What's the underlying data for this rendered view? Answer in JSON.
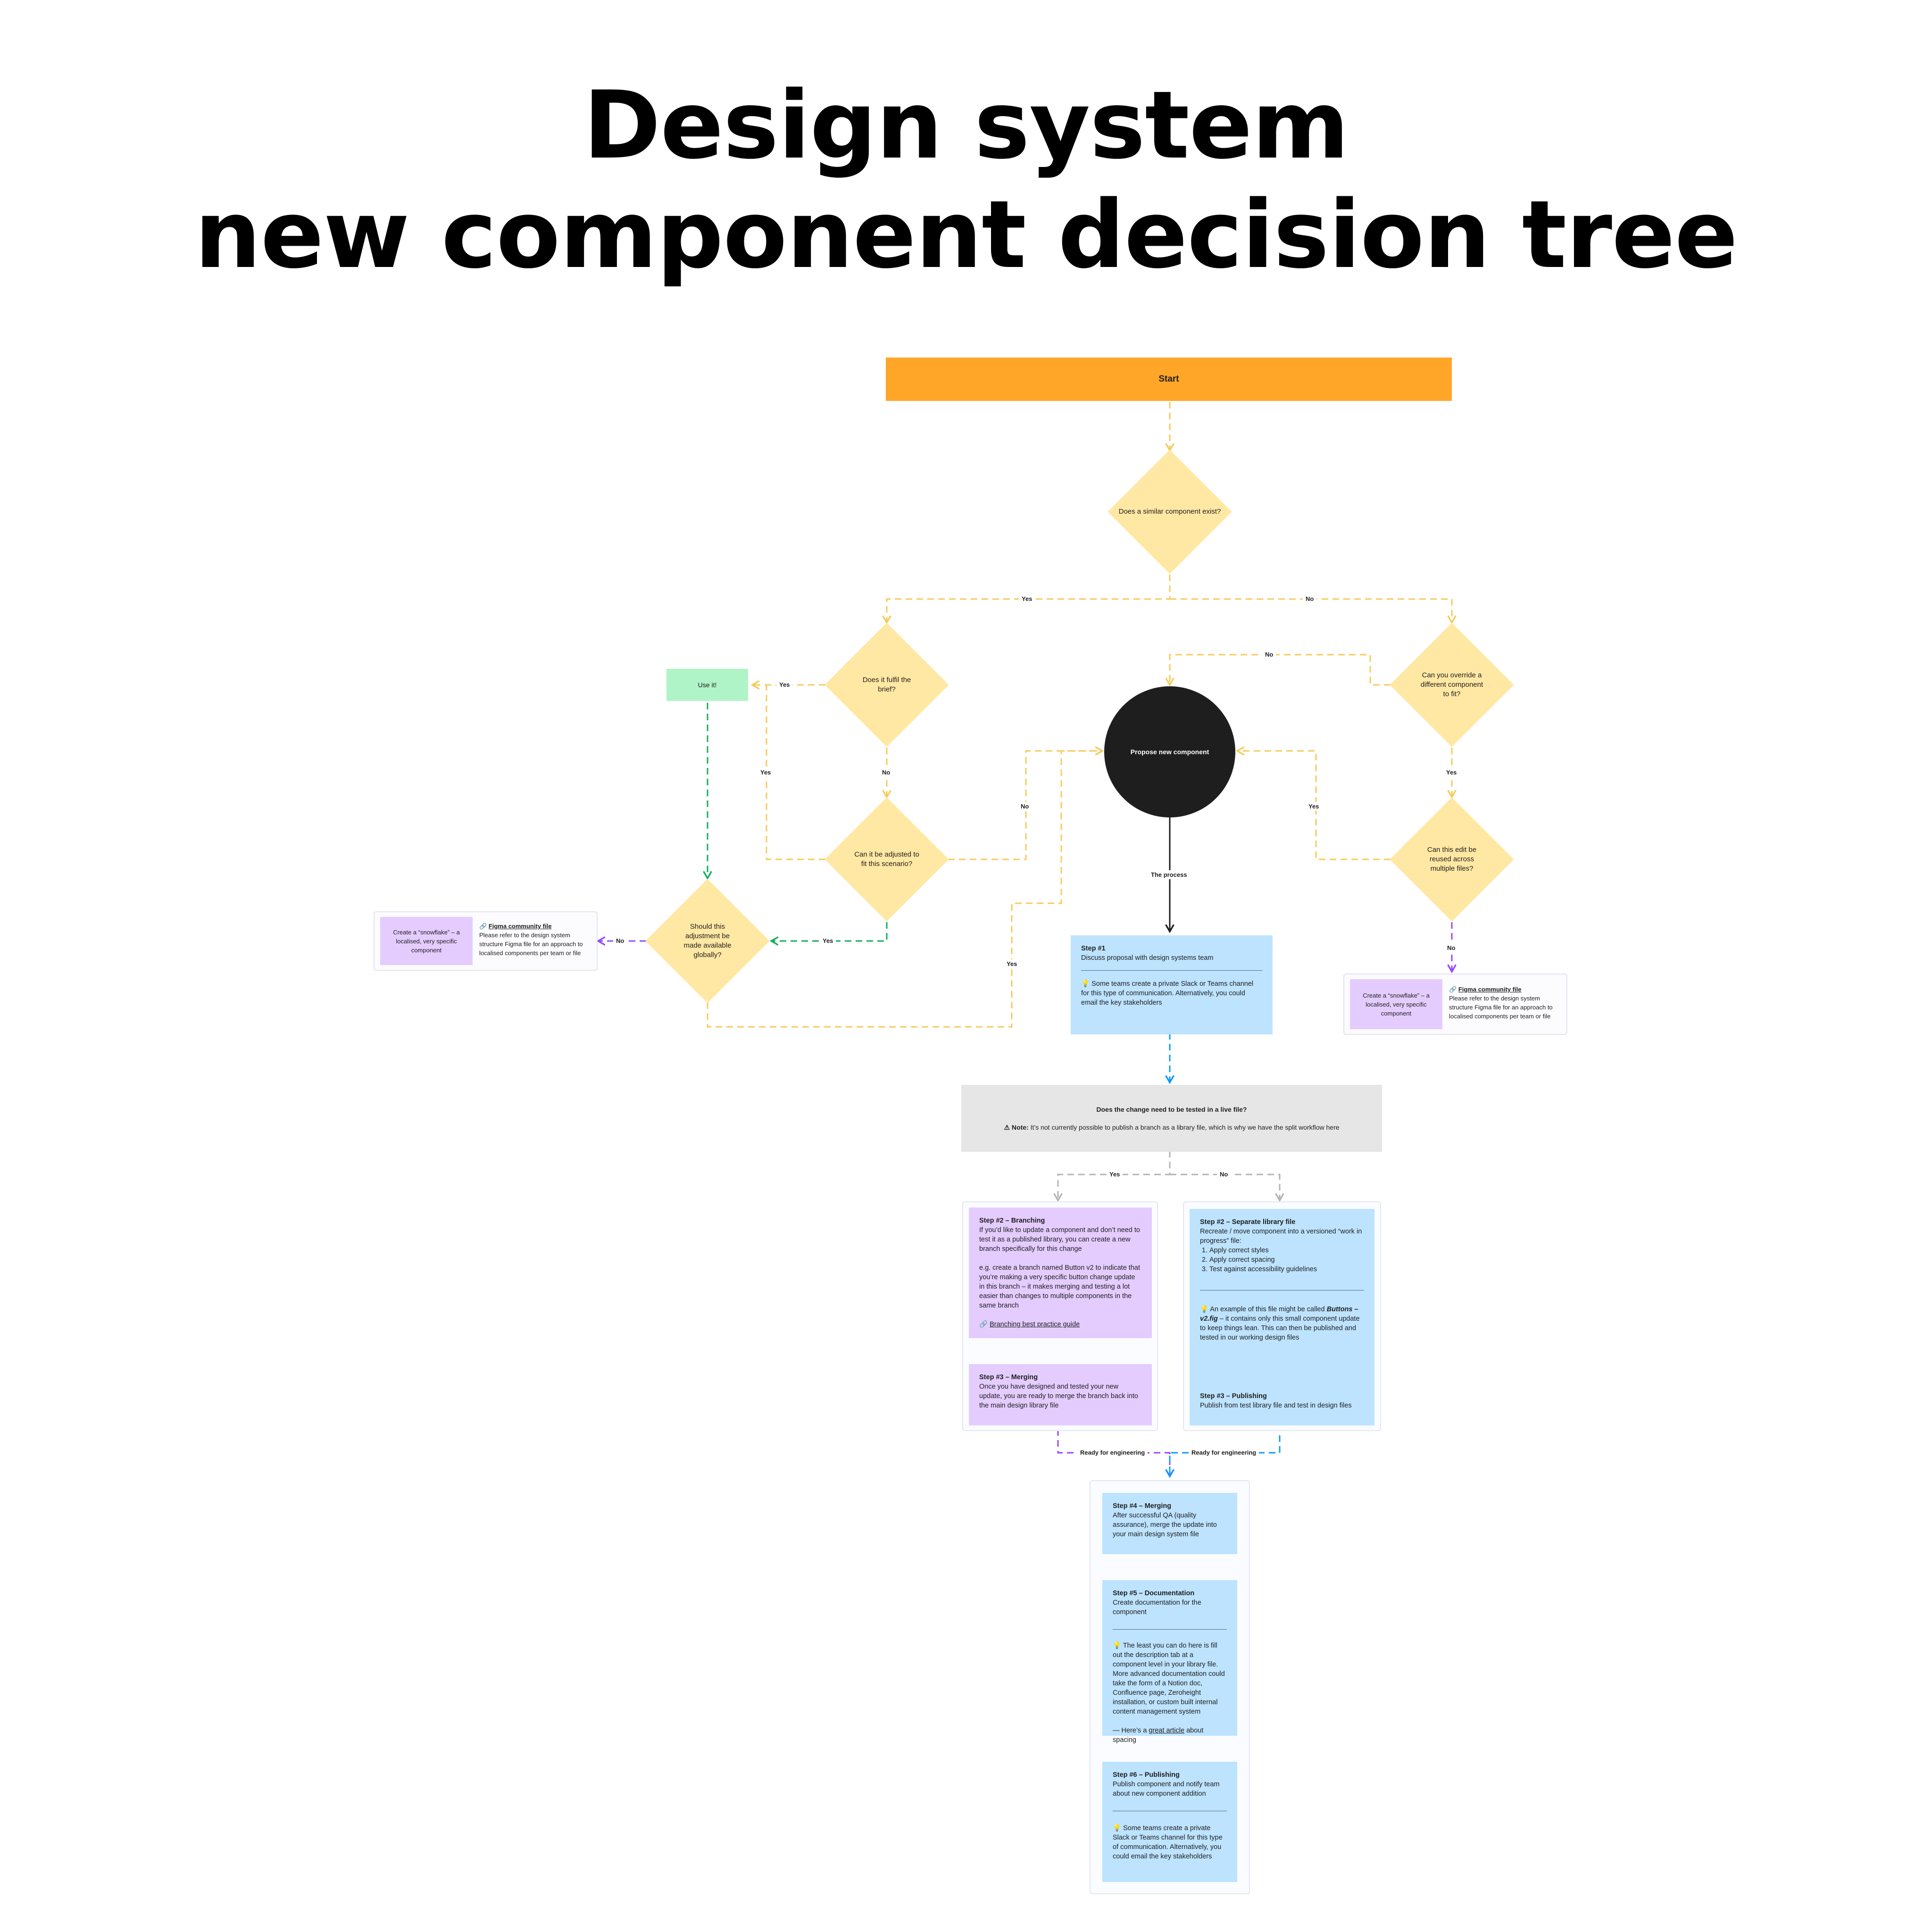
{
  "title": {
    "line1": "Design system",
    "line2": "new component decision tree"
  },
  "nodes": {
    "start": "Start",
    "similar_exists": "Does a similar component exist?",
    "fulfil_brief": "Does it fulfil the brief?",
    "override": "Can you override a different component to fit?",
    "use_it": "Use it!",
    "propose": "Propose new component",
    "adjust": "Can it be adjusted to fit this scenario?",
    "reuse": "Can this edit be reused across multiple files?",
    "global": "Should this adjustment be made available globally?"
  },
  "edges": {
    "yes": "Yes",
    "no": "No",
    "the_process": "The process",
    "ready_for_engineering": "Ready for engineering"
  },
  "snowflake_note": {
    "left": "Create a “snowflake” – a localised, very specific component",
    "link_icon": "🔗",
    "link": "Figma community file",
    "text": "Please refer to the design system structure Figma file for an approach to localised components per team or file"
  },
  "steps": {
    "step1": {
      "title": "Step #1",
      "body": "Discuss proposal with design systems team",
      "tip": "💡 Some teams create a private Slack or Teams channel for this type of communication. Alternatively, you could email the key stakeholders"
    },
    "test_live": {
      "title": "Does the change need to be tested in a live file?",
      "note_label": "⚠ Note:",
      "note": "It’s not currently possible to publish a branch as a library file, which is why we have the split workflow here"
    },
    "branching": {
      "title": "Step #2 – Branching",
      "body": "If you’d like to update a component and don’t need to test it as a published library, you can create a new branch specifically for this change",
      "body2": "e.g. create a branch named Button v2 to indicate that you’re making a very specific button change update in this branch – it makes merging and testing a lot easier than changes to multiple components in the same branch",
      "link_icon": "🔗",
      "link": "Branching best practice guide"
    },
    "merging3": {
      "title": "Step #3 – Merging",
      "body": "Once you have designed and tested your new update, you are ready to merge the branch back into the main design library file"
    },
    "separate": {
      "title": "Step #2 – Separate library file",
      "body": "Recreate / move component into a versioned “work in progress” file:",
      "items": [
        "Apply correct styles",
        "Apply correct spacing",
        "Test against accessibility guidelines"
      ],
      "tip_a": "💡 An example of this file might be called ",
      "tip_file": "Buttons – v2.fig",
      "tip_b": " – it contains only this small component update to keep things lean. This can then be published and tested in our working design files"
    },
    "publishing3": {
      "title": "Step #3 – Publishing",
      "body": "Publish from test library file and test in design files"
    },
    "merging4": {
      "title": "Step #4 – Merging",
      "body": "After successful QA (quality assurance), merge the update into your main design system file"
    },
    "documentation": {
      "title": "Step #5 – Documentation",
      "body": "Create documentation for the component",
      "tip": "💡 The least you can do here is fill out the description tab at a component level in your library file. More advanced documentation could take the form of a Notion doc, Confluence page, Zeroheight installation, or custom built internal content management system",
      "extra_a": "— Here’s a ",
      "extra_link": "great article",
      "extra_b": " about spacing"
    },
    "publishing6": {
      "title": "Step #6 – Publishing",
      "body": "Publish component and notify team about new component addition",
      "tip": "💡 Some teams create a private Slack or Teams channel for this type of communication. Alternatively, you could email the key stakeholders"
    }
  },
  "colors": {
    "start": "#ffa629",
    "decision": "#ffe8a3",
    "use_it": "#aff4c6",
    "propose": "#1e1e1e",
    "step_blue": "#bde3ff",
    "step_purple": "#e4ccff",
    "test_gray": "#e6e6e6",
    "edge_yellow": "#f5cb5c",
    "edge_green": "#14ae5c",
    "edge_purple": "#9747ff",
    "edge_blue": "#0d99ff",
    "edge_gray": "#b3b3b3"
  }
}
